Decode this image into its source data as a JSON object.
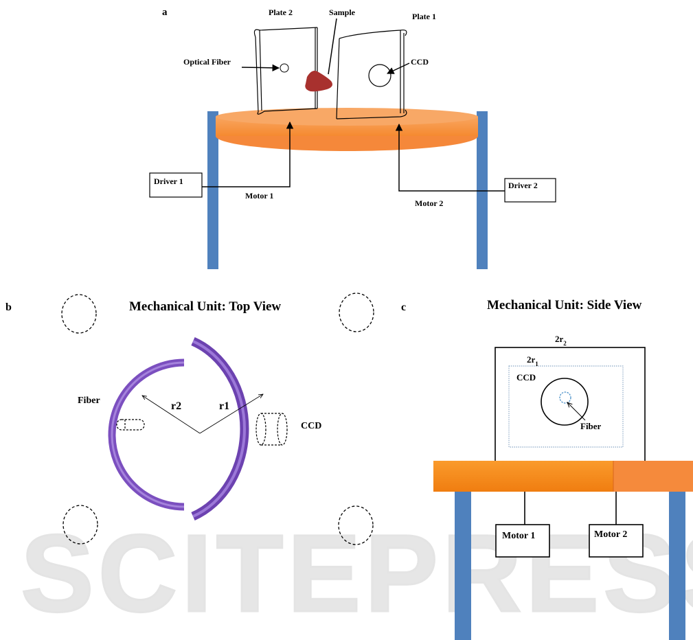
{
  "colors": {
    "orange": "#f79646",
    "orange_dark": "#f58426",
    "blue": "#4f81bd",
    "purple": "#7b4fbf",
    "sample": "#a8312e",
    "fiber_blue": "#4a90c8",
    "watermark": "#e6e6e6"
  },
  "watermark": "SCITEPRESS",
  "panel_a": {
    "label": "a",
    "plate2": "Plate 2",
    "plate1": "Plate 1",
    "sample": "Sample",
    "optical_fiber": "Optical Fiber",
    "ccd": "CCD",
    "driver1": "Driver 1",
    "driver2": "Driver 2",
    "motor1": "Motor 1",
    "motor2": "Motor 2"
  },
  "panel_b": {
    "label": "b",
    "title": "Mechanical Unit: Top View",
    "fiber": "Fiber",
    "ccd": "CCD",
    "r2": "r2",
    "r1": "r1"
  },
  "panel_c": {
    "label": "c",
    "title": "Mechanical Unit: Side View",
    "outer_label_base": "2r",
    "outer_label_sub": "2",
    "inner_label_base": "2r",
    "inner_label_sub": "1",
    "ccd": "CCD",
    "fiber": "Fiber",
    "motor1": "Motor 1",
    "motor2": "Motor 2"
  }
}
